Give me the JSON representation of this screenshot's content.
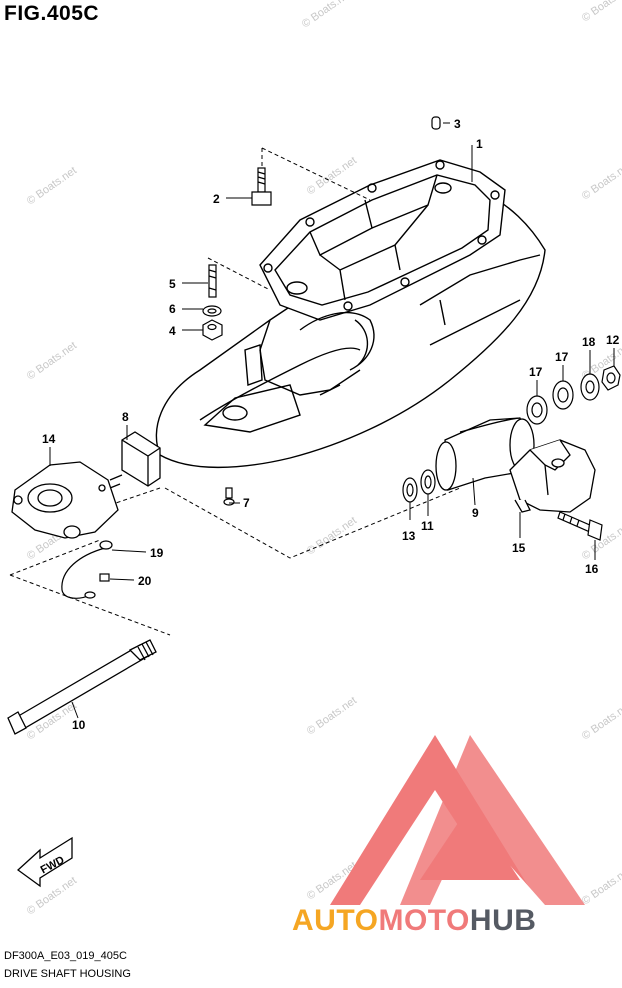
{
  "figure": {
    "title": "FIG.405C"
  },
  "footer": {
    "code": "DF300A_E03_019_405C",
    "caption": "DRIVE SHAFT HOUSING"
  },
  "watermark": {
    "text": "© Boats.net"
  },
  "brand": {
    "part1": "AUTO",
    "part2": "MOTO",
    "part3": "HUB",
    "colors": [
      "#f5a623",
      "#f07a7a",
      "#555a63"
    ]
  },
  "fwd_arrow": {
    "label": "FWD"
  },
  "callouts": [
    {
      "id": "1",
      "part": "drive-shaft-housing"
    },
    {
      "id": "2",
      "part": "bolt"
    },
    {
      "id": "3",
      "part": "pin"
    },
    {
      "id": "4",
      "part": "nut"
    },
    {
      "id": "5",
      "part": "stud"
    },
    {
      "id": "6",
      "part": "washer"
    },
    {
      "id": "7",
      "part": "screw"
    },
    {
      "id": "8",
      "part": "mount-block"
    },
    {
      "id": "9",
      "part": "mount-rubber"
    },
    {
      "id": "10",
      "part": "long-bolt"
    },
    {
      "id": "11",
      "part": "washer"
    },
    {
      "id": "12",
      "part": "nut"
    },
    {
      "id": "13",
      "part": "washer"
    },
    {
      "id": "14",
      "part": "bracket"
    },
    {
      "id": "15",
      "part": "mount-cover"
    },
    {
      "id": "16",
      "part": "bolt"
    },
    {
      "id": "17",
      "part": "washer"
    },
    {
      "id": "18",
      "part": "washer"
    },
    {
      "id": "19",
      "part": "ground-wire"
    },
    {
      "id": "20",
      "part": "screw"
    }
  ]
}
